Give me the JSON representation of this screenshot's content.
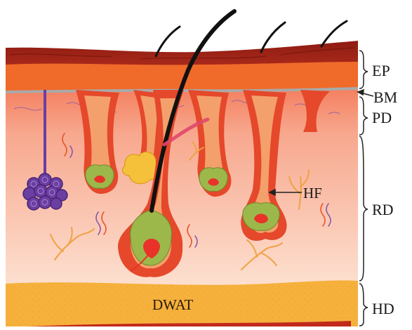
{
  "labels": {
    "ep": "EP",
    "bm": "BM",
    "pd": "PD",
    "rd": "RD",
    "hd": "HD",
    "hf": "HF",
    "dwat": "DWAT"
  },
  "colors": {
    "epidermis_top": "#8e1b12",
    "epidermis_band": "#b3281a",
    "papillary_band": "#f06a2a",
    "basement_membrane": "#a9a9a9",
    "reticular_top": "#f7b5a0",
    "reticular_bottom": "#fde3d5",
    "hypodermis": "#f6b13d",
    "follicle_outer": "#e5482a",
    "follicle_inner": "#f4a06c",
    "bulb_green": "#9cb84a",
    "papilla_red": "#e8322a",
    "hair": "#111111",
    "gland_purple": "#6b3ea1",
    "sebaceous_yellow": "#f6c13a",
    "nerve_orange": "#f0a244"
  }
}
